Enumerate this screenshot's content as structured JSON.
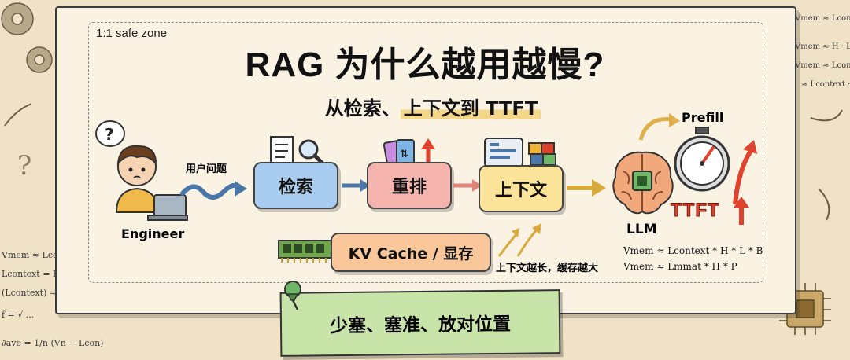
{
  "safe_zone_label": "1:1 safe zone",
  "title": "RAG 为什么越用越慢?",
  "subtitle": "从检索、上下文到 TTFT",
  "subtitle_prefix": "从检索、",
  "subtitle_highlight": "上下文到 TTFT",
  "engineer_label": "Engineer",
  "question_label": "用户问题",
  "steps": {
    "retrieve": "检索",
    "rerank": "重排",
    "context": "上下文"
  },
  "llm_label": "LLM",
  "prefill_label": "Prefill",
  "ttft_label": "TTFT",
  "kv_cache_label": "KV Cache / 显存",
  "growth_label": "上下文越长，缓存越大",
  "formula_1": "Vmem ≈ Lcontext * H * L * B",
  "formula_2": "Vmem ≈ Lmmat * H * P",
  "note_text": "少塞、塞准、放对位置",
  "colors": {
    "retrieve": "#a9cdf0",
    "rerank": "#f6b4ae",
    "context": "#fbe39a",
    "kv": "#f9c79a",
    "note": "#c9e4a9",
    "ttft": "#e0432d"
  }
}
